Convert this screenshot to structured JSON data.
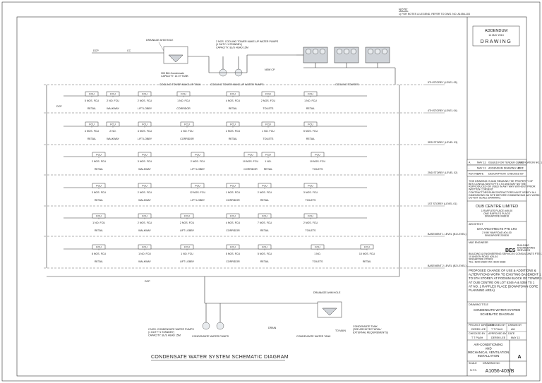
{
  "note": {
    "heading": "NOTE:",
    "line": "1) FOR NOTES & LEGEND, REFER TO DWG. NO. A1056-103"
  },
  "drawing_title": "CONDENSATE WATER SYSTEM SCHEMATIC DIAGRAM",
  "addendum": {
    "title": "ADDENDUM",
    "date": "14 MAY 2013",
    "label": "DRAWING"
  },
  "top_plant": {
    "drainage_pipe": "DRAINAGE AHM HOLE",
    "tank_label": "300 BM-Condensate\nCAPACITY: 14 m³ TANK",
    "pump_label": "2 NOS. COOLING TOWER MAKE-UP WATER PUMPS\n(1 DUTY+1 STANDBY)\nCAPACITY: 8L/S HEAD 15M",
    "tower_block_label": "COOLING TOWERS",
    "pump_group_label": "COOLING TOWER MAKE-UP WATER PUMPS",
    "tank_caption": "COOLING TOWER MAKE-UP TANK",
    "new_cp": "NEW CP",
    "to_pipe": "TO",
    "dcp": "DCP",
    "cc": "CC"
  },
  "bottom_plant": {
    "drainage_pipe": "DRAINAGE AHM HOLE",
    "pump_label": "2 NOS. CONDENSATE WATER PUMPS\n(1 DUTY+1 STANDBY)\nCAPACITY: 8L/S HEAD 15M",
    "pump_caption": "CONDENSATE WATER PUMPS",
    "tank_caption": "CONDENSATE WATER TANK",
    "tank_note": "CONDENSATE TANK\n(SEE ARCHITECTURAL/\nEXTERNAL REQUIREMENTS)",
    "to_main": "TO MAIN",
    "drain": "DRAIN"
  },
  "levels": [
    "5TH STOREY (LEVEL 05)",
    "4TH STOREY (LEVEL 04)",
    "3RD STOREY (LEVEL 03)",
    "2ND STOREY (LEVEL 02)",
    "1ST STOREY (LEVEL 01)",
    "BASEMENT 1 LEVEL (B1 LEVEL)",
    "BASEMENT 2 LEVEL (B2 LEVEL)"
  ],
  "riser_tag": "DCP",
  "fcu_tag": "FCU",
  "fcu_groups": [
    [
      "5 NOS. FCU",
      "2 NO. FCU",
      "2 NOS. FCU",
      "1 NO. FCU",
      "4 NOS. FCU",
      "2 NOS. FCU",
      "1 NO. FCU"
    ],
    [
      "4 NOS. FCU",
      "2 NO.",
      "4 NOS. FCU",
      "1 NO. FCU",
      "2 NOS. FCU",
      "1 NO. FCU",
      "5 NOS. FCU"
    ],
    [
      "2 NOS. FCU",
      "3 NOS. FCU",
      "2 NOS. FCU",
      "10 NOS. FCU",
      "1 NO.",
      "10 NOS. FCU"
    ],
    [
      "3 NOS. FCU",
      "2 NOS. FCU",
      "12 NOS. FCU",
      "1 NOS. FCU",
      "2 NOS. FCU",
      "3 NOS. FCU"
    ],
    [
      "1 NO. FCU",
      "2 NOS. FCU",
      "2 NOS. FCU",
      "4 NOS. FCU",
      "7 NOS. FCU",
      "2 NOS. FCU"
    ],
    [
      "8 NOS. FCU",
      "1 NO. FCU",
      "1 NO. FCU",
      "5 NOS. FCU",
      "5 NOS. FCU",
      "1 NO.",
      "10 NOS. FCU"
    ]
  ],
  "area_words": [
    "RETAIL",
    "WALKWAY",
    "LIFT LOBBY",
    "CORRIDOR",
    "RETAIL",
    "TOILETS"
  ],
  "revision_table": {
    "rows": [
      {
        "rev": "A",
        "date": "MAY 13",
        "desc": "ISSUED FOR TENDER CLARIFICATION NO. 1",
        "by": "DCC"
      },
      {
        "rev": "-",
        "date": "MAY 13",
        "desc": "ADDENDUM DRAWING NO. 1",
        "by": "DCC"
      },
      {
        "rev": "REV NO.",
        "date": "DATE",
        "desc": "DESCRIPTION",
        "by": "CHECKED BY"
      }
    ],
    "copyright": "THIS DRAWING IS AND REMAINS THE PROPERTY OF BES CONSULTANTS PTE LTD AND MAY NOT BE REPRODUCED OR USED IN ANY WAY WITHOUT PRIOR WRITTEN CONSENT.",
    "contractor_note": "CONTRACTORS/SUBCONTRACTORS MUST VERIFY ALL DIMENSIONS ON SITE BEFORE COMMENCING ANY WORK. DO NOT SCALE DRAWING."
  },
  "client": {
    "name": "OUB CENTRE LIMITED",
    "address": "1 RAFFLES PLACE #49-00\nONE RAFFLES PLACE\nSINGAPORE 048616"
  },
  "architect": {
    "heading": "ARCHITECT",
    "name": "SAA ARCHITECTS PTE LTD",
    "address": "2 KIM YAM ROAD #04-00\nSINGAPORE 239330"
  },
  "engineer": {
    "heading": "M&E ENGINEER",
    "logo": "BES",
    "logo_sub": "BUILDING\nENGINEERING\nSERVICES",
    "lines": "BUILDING & ENGINEERING SERVICES CONSULTANTS PTE LTD\n10 ANSON ROAD #26-04\nSINGAPORE 079903\nTEL: 6220 2828 FAX: 6220 3838"
  },
  "project": "PROPOSED CHANGE OF USE & ADDITIONS & ALTERATIONS WORK TO EXISTING BASEMENT 1 TO 5TH STOREY AT PODIUM BLOCK OF TOWER 1 AT OUB CENTRE ON LOT 5344-A & 5358 TS 1 AT NO. 1 RAFFLES PLACE (DOWNTOWN CORE PLANNING AREA)",
  "dwg_title_heading": "DRAWING TITLE",
  "dwg_title": "CONDENSATE WATER SYSTEM\nSCHEMATIC DIAGRAM",
  "meta": {
    "director_label": "PROJECT DIRECTOR",
    "director": "DEREK LEE",
    "designer_label": "DESIGNED BY",
    "designer": "T T PUAH",
    "drawn_label": "DRAWN BY",
    "drawn": "AW",
    "checked_label": "CHECKED BY",
    "checked": "T T PUAH",
    "approved_label": "APPROVED BY",
    "approved": "DEREK LEE",
    "date_label": "DATE",
    "date": "MAY 13"
  },
  "discipline": "AIR-CONDITIONING\nAND\nMECHANICAL VENTILATION\nINSTALLATION",
  "scale": {
    "label": "SCALE",
    "value": "N.T.S."
  },
  "dwg_no": {
    "label": "DRAWING NO.",
    "value": "A1056-403/B"
  },
  "rev_letter": "A"
}
